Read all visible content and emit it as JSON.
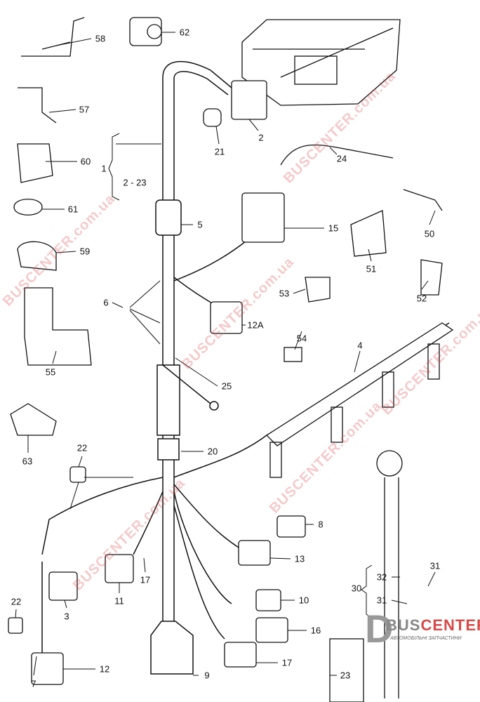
{
  "watermark": "BUSCENTER.com.ua",
  "logo": {
    "brand_prefix": "BUS",
    "brand_suffix": "CENTER",
    "tagline": "АВТОМОБІЛЬНІ ЗАПЧАСТИНИ"
  },
  "callouts": {
    "c58": "58",
    "c62": "62",
    "c57": "57",
    "c21": "21",
    "c2": "2",
    "c60": "60",
    "c1": "1",
    "c2_23": "2 - 23",
    "c24": "24",
    "c61": "61",
    "c5": "5",
    "c15": "15",
    "c59": "59",
    "c50": "50",
    "c51": "51",
    "c53": "53",
    "c6": "6",
    "c12a": "12A",
    "c52": "52",
    "c54": "54",
    "c4": "4",
    "c55": "55",
    "c25": "25",
    "c63": "63",
    "c22a": "22",
    "c20": "20",
    "c8": "8",
    "c17a": "17",
    "c13": "13",
    "c32": "32",
    "c31a": "31",
    "c30": "30",
    "c31b": "31",
    "c11": "11",
    "c3": "3",
    "c10": "10",
    "c22b": "22",
    "c16": "16",
    "c12": "12",
    "c17b": "17",
    "c9": "9",
    "c7": "7",
    "c23": "23"
  }
}
